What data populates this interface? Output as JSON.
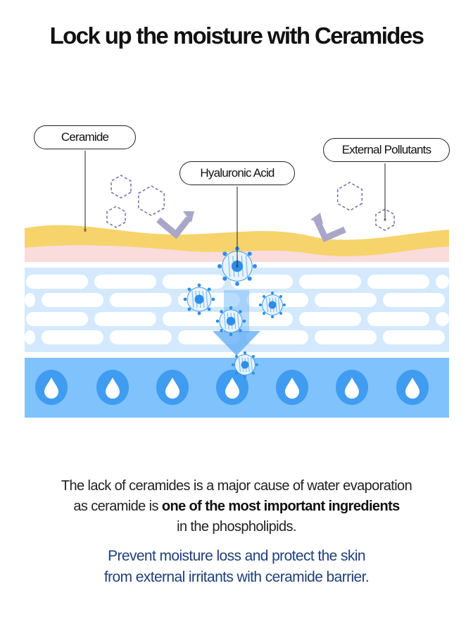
{
  "title": "Lock up the moisture with Ceramides",
  "labels": {
    "ceramide": "Ceramide",
    "hyaluronic_acid": "Hyaluronic Acid",
    "external_pollutants": "External Pollutants"
  },
  "description": {
    "line1": "The lack of ceramides is a major cause of water evaporation",
    "line2_prefix": "as ceramide is ",
    "line2_bold": "one of the most important ingredients",
    "line3": "in the phospholipids."
  },
  "highlight": {
    "line1": "Prevent moisture loss and protect the skin",
    "line2": "from external irritants with ceramide barrier."
  },
  "colors": {
    "ceramide_layer": "#f7d36b",
    "pink_layer": "#fadcdc",
    "cell_layer": "#d4e9fd",
    "water_layer": "#80c2fb",
    "droplet_ring": "#3f9cf0",
    "highlight_text": "#1f3f7a"
  }
}
